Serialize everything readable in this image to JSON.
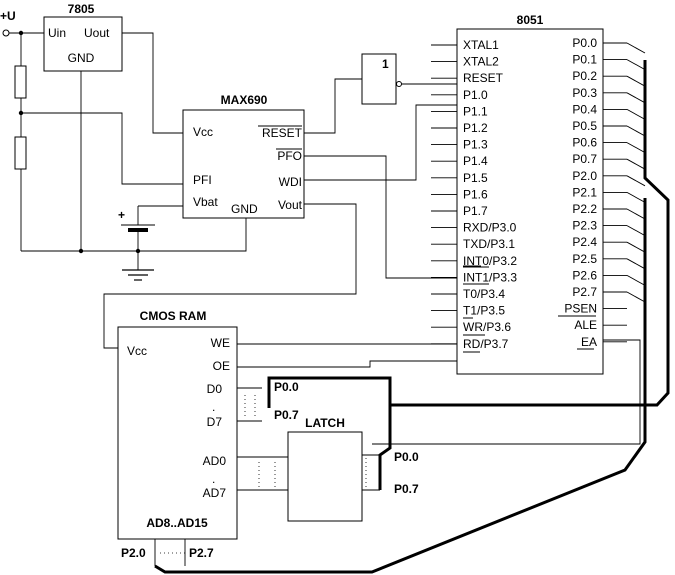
{
  "power": {
    "label": "+U"
  },
  "regulator": {
    "title": "7805",
    "uin": "Uin",
    "uout": "Uout",
    "gnd": "GND"
  },
  "supervisor": {
    "title": "MAX690",
    "vcc": "Vcc",
    "pfi": "PFI",
    "vbat": "Vbat",
    "gnd": "GND",
    "reset": "RESET",
    "pfo": "PFO",
    "wdi": "WDI",
    "vout": "Vout"
  },
  "inverter": {
    "label": "1"
  },
  "battery": {
    "plus": "+"
  },
  "mcu": {
    "title": "8051",
    "left_pins": [
      "XTAL1",
      "XTAL2",
      "RESET",
      "P1.0",
      "P1.1",
      "P1.2",
      "P1.3",
      "P1.4",
      "P1.5",
      "P1.6",
      "P1.7",
      "RXD/P3.0",
      "TXD/P3.1",
      "INT0/P3.2",
      "INT1/P3.3",
      "T0/P3.4",
      "T1/P3.5",
      "WR/P3.6",
      "RD/P3.7"
    ],
    "right_pins": [
      "P0.0",
      "P0.1",
      "P0.2",
      "P0.3",
      "P0.4",
      "P0.5",
      "P0.6",
      "P0.7",
      "P2.0",
      "P2.1",
      "P2.2",
      "P2.3",
      "P2.4",
      "P2.5",
      "P2.6",
      "P2.7",
      "PSEN",
      "ALE",
      "EA"
    ]
  },
  "ram": {
    "title": "CMOS RAM",
    "vcc": "Vcc",
    "we": "WE",
    "oe": "OE",
    "d0": "D0",
    "d7": "D7",
    "ad0": "AD0",
    "ad7": "AD7",
    "ad_high": "AD8..AD15",
    "p20": "P2.0",
    "p27": "P2.7",
    "dot": "."
  },
  "latch": {
    "title": "LATCH"
  },
  "bus_labels": {
    "d_p00": "P0.0",
    "d_p07": "P0.7",
    "l_p00": "P0.0",
    "l_p07": "P0.7"
  }
}
